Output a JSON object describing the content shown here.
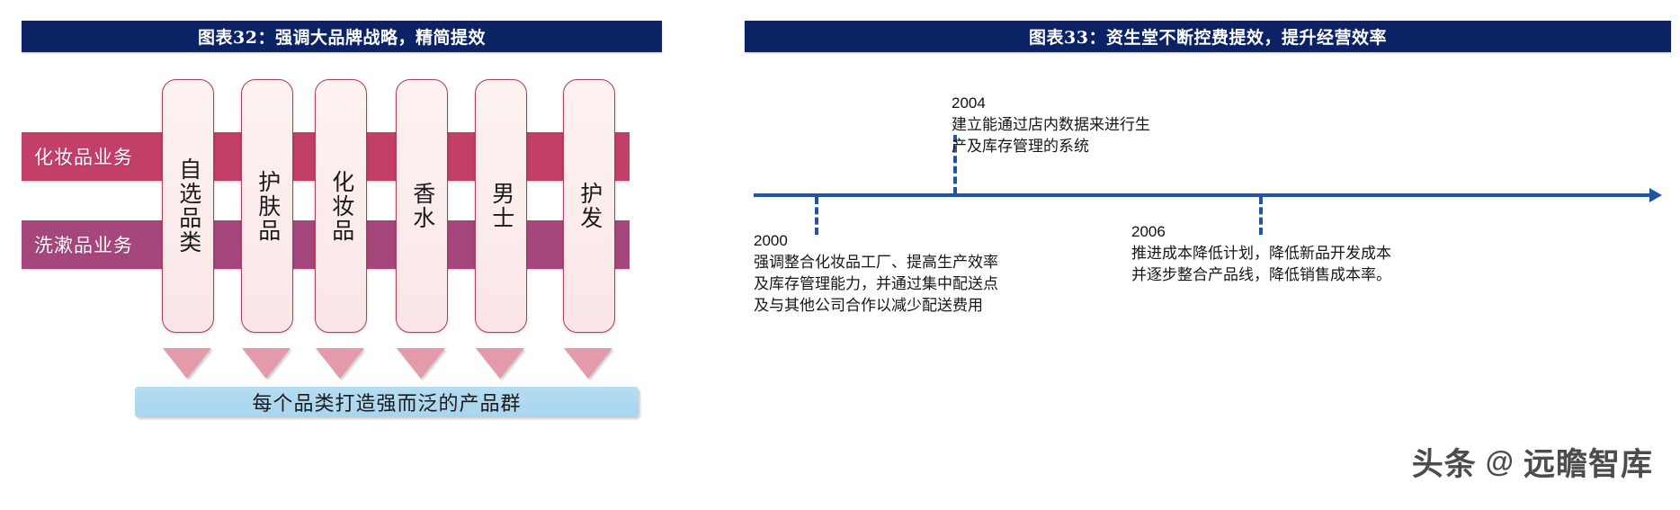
{
  "left": {
    "banner_title": "图表32：强调大品牌战略，精简提效",
    "bands": [
      {
        "label": "化妆品业务",
        "color": "#c23f67"
      },
      {
        "label": "洗漱品业务",
        "color": "#a5477d"
      }
    ],
    "categories": [
      {
        "label": "自选品类"
      },
      {
        "label": "护肤品"
      },
      {
        "label": "化妆品"
      },
      {
        "label": "香水"
      },
      {
        "label": "男士"
      },
      {
        "label": "护发"
      }
    ],
    "footer_label": "每个品类打造强而泛的产品群",
    "accent_color": "#b03c5e",
    "arrow_color": "#e39aaa",
    "footer_color": "#a8d5ee"
  },
  "right": {
    "banner_title": "图表33：资生堂不断控费提效，提升经营效率",
    "axis_color": "#1f55a5",
    "events": [
      {
        "year": "2000",
        "desc": "强调整合化妆品工厂、提高生产效率\n及库存管理能力，并通过集中配送点\n及与其他公司合作以减少配送费用",
        "position": "below"
      },
      {
        "year": "2004",
        "desc": "建立能通过店内数据来进行生\n产及库存管理的系统",
        "position": "above"
      },
      {
        "year": "2006",
        "desc": "推进成本降低计划，降低新品开发成本\n并逐步整合产品线，降低销售成本率。",
        "position": "below"
      }
    ]
  },
  "watermark": {
    "brand": "头条",
    "separator": "@",
    "account": "远瞻智库"
  },
  "banner_color": "#0b2265"
}
